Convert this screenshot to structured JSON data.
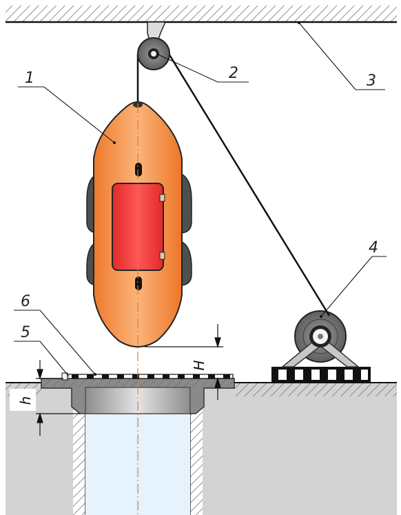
{
  "labels": {
    "body": "1",
    "pulley": "2",
    "ceiling": "3",
    "winch": "4",
    "hatch": "5",
    "hatch_cover": "6"
  },
  "dimensions": {
    "upper_gap": "H",
    "lower_depth": "h"
  },
  "colors": {
    "body_orange": "#f08a3e",
    "window_red": "#ef3b3b",
    "hatch_grey": "#9a9a9a",
    "water_blue": "#e6f2fc",
    "floor_grey": "#d3d3d3"
  }
}
